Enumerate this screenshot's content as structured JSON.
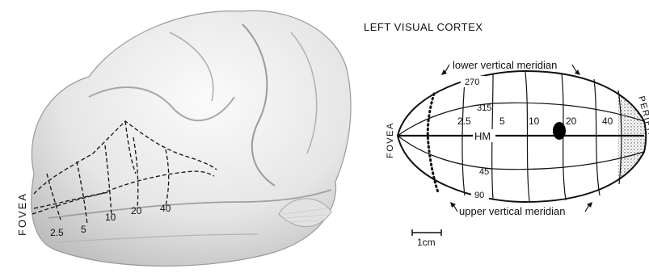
{
  "title": "LEFT VISUAL CORTEX",
  "labels": {
    "fovea_drawing": "FOVEA",
    "fovea_map": "FOVEA",
    "periphery": "PERIPHERY",
    "horizontal_meridian": "HM",
    "lower_vertical_meridian": "lower vertical meridian",
    "upper_vertical_meridian": "upper vertical meridian",
    "scale_bar": "1cm"
  },
  "drawing_eccentricities": [
    "2.5",
    "5",
    "10",
    "20",
    "40"
  ],
  "map_eccentricities": [
    "2.5",
    "5",
    "10",
    "20",
    "40"
  ],
  "polar_angles": {
    "top": "270",
    "upper_inner": "315",
    "lower_inner": "45",
    "bottom": "90"
  },
  "colors": {
    "ink": "#111111",
    "drawing_shade": "#c9c9c9",
    "blind_spot": "#000000"
  }
}
